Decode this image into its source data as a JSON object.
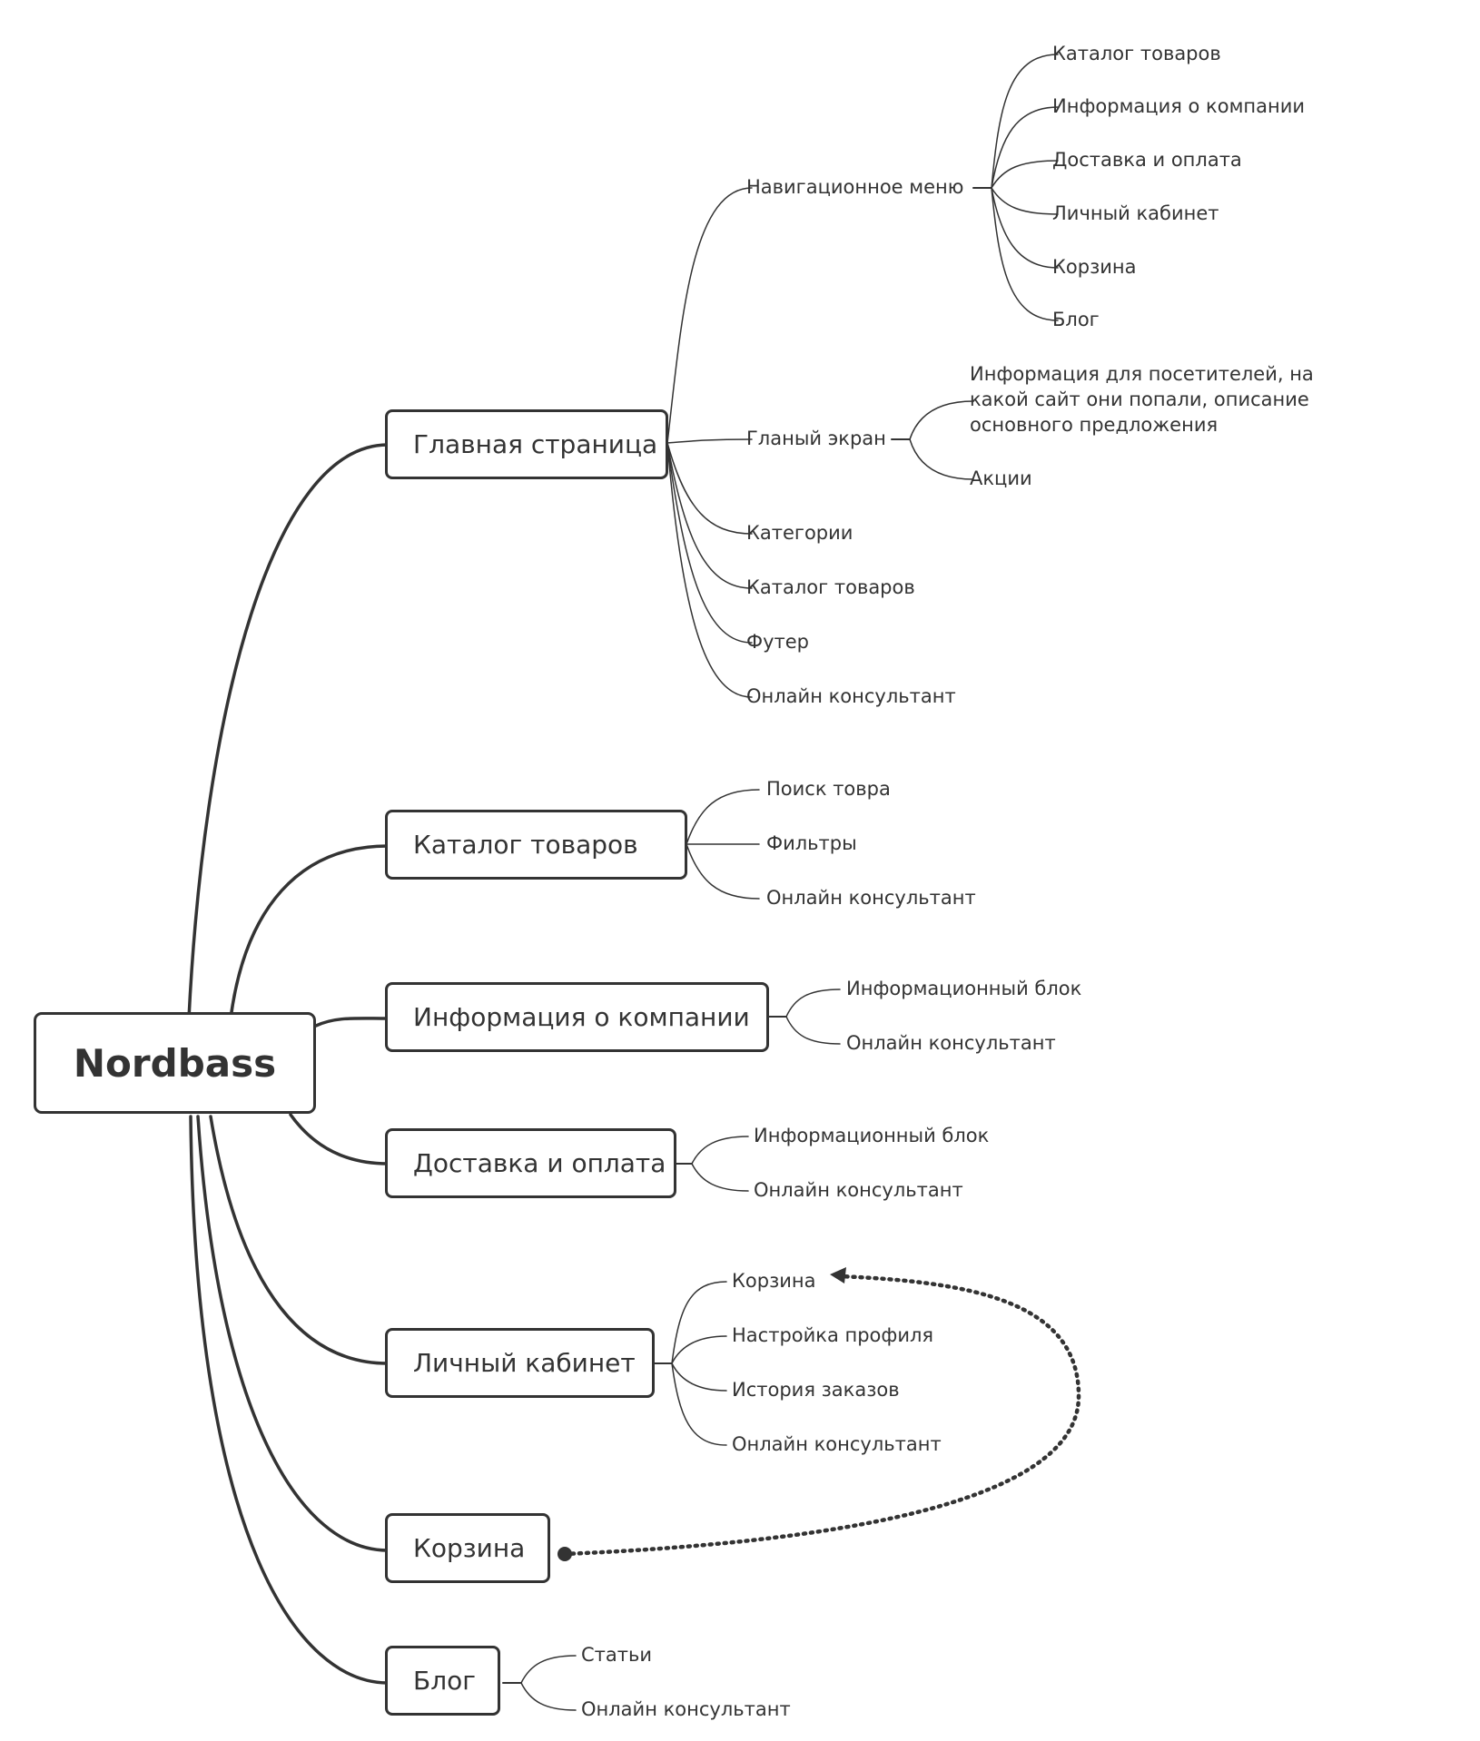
{
  "root": {
    "label": "Nordbass"
  },
  "main": {
    "home": {
      "label": "Главная страница",
      "children": {
        "nav": {
          "label": "Навигационное меню",
          "children": [
            "Каталог товаров",
            "Информация о компании",
            "Доставка и оплата",
            "Личный кабинет",
            "Корзина",
            "Блог"
          ]
        },
        "hero": {
          "label": "Гланый экран",
          "children": [
            "Информация для посетителей, на какой сайт они попали, описание основного предложения",
            "Акции"
          ]
        },
        "categories": "Категории",
        "catalog": "Каталог товаров",
        "footer": "Футер",
        "consultant": "Онлайн консультант"
      }
    },
    "catalog": {
      "label": "Каталог товаров",
      "children": [
        "Поиск товра",
        "Фильтры",
        "Онлайн консультант"
      ]
    },
    "about": {
      "label": "Информация о компании",
      "children": [
        "Информационный блок",
        "Онлайн консультант"
      ]
    },
    "delivery": {
      "label": "Доставка и оплата",
      "children": [
        "Информационный блок",
        "Онлайн консультант"
      ]
    },
    "account": {
      "label": "Личный кабинет",
      "children": [
        "Корзина",
        "Настройка профиля",
        "История заказов",
        "Онлайн консультант"
      ]
    },
    "cart": {
      "label": "Корзина"
    },
    "blog": {
      "label": "Блог",
      "children": [
        "Статьи",
        "Онлайн консультант"
      ]
    }
  },
  "colors": {
    "line": "#333333",
    "text": "#333333",
    "background": "#ffffff"
  }
}
